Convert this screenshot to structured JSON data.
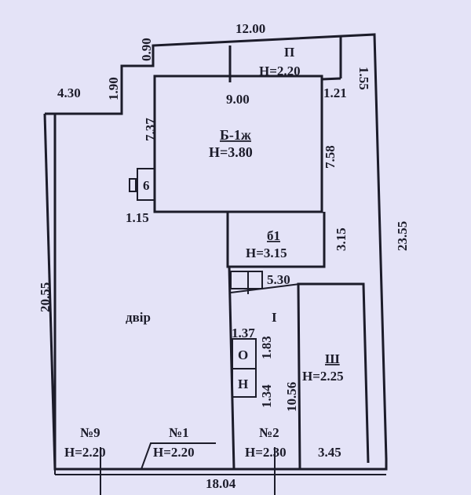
{
  "dimensions": {
    "top": "12.00",
    "step_small": "0.90",
    "step_left": "1.90",
    "left_top": "4.30",
    "right_top": "1.55",
    "main_top": "9.00",
    "main_right_offset": "1.21",
    "main_left": "7.37",
    "main_right": "7.58",
    "stove_bottom": "1.15",
    "b1_right": "3.15",
    "outer_right": "23.55",
    "outer_left": "20.55",
    "corridor_top": "5.30",
    "o_width": "1.37",
    "o_height": "1.83",
    "h_height": "1.34",
    "corridor_length": "10.56",
    "sh_width": "3.45",
    "bottom": "18.04"
  },
  "rooms": {
    "main": {
      "name": "Б-1ж",
      "height": "Н=3.80"
    },
    "porch": {
      "name": "П",
      "height": "Н=2.20"
    },
    "b1": {
      "name": "б1",
      "height": "Н=3.15"
    },
    "stove": {
      "name": "6"
    },
    "yard": {
      "name": "двір"
    },
    "corridor": {
      "name": "І"
    },
    "o": {
      "name": "О"
    },
    "h": {
      "name": "Н"
    },
    "sh": {
      "name": "Ш",
      "height": "Н=2.25"
    },
    "n9": {
      "name": "№9",
      "height": "Н=2.20"
    },
    "n1": {
      "name": "№1",
      "height": "Н=2.20"
    },
    "n2": {
      "name": "№2",
      "height": "Н=2.30"
    }
  }
}
